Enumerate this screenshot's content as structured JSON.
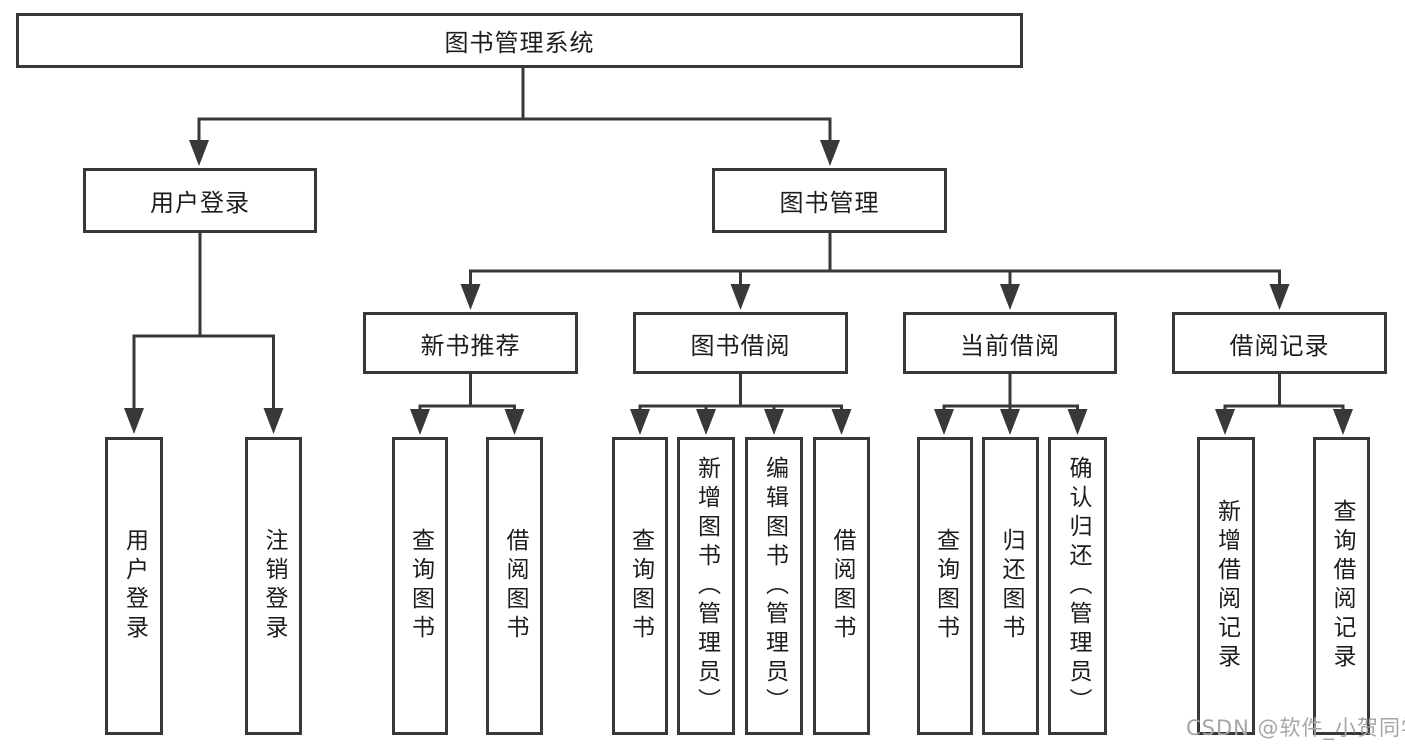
{
  "colors": {
    "line": "#383838",
    "text": "#1d1d1d",
    "watermark": "#a6a6a6",
    "background": "#ffffff"
  },
  "watermark": {
    "text": "CSDN @软件_小贺同学"
  },
  "tree": {
    "label": "图书管理系统",
    "children": [
      {
        "label": "用户登录",
        "children": [
          {
            "label": "用户登录"
          },
          {
            "label": "注销登录"
          }
        ]
      },
      {
        "label": "图书管理",
        "children": [
          {
            "label": "新书推荐",
            "children": [
              {
                "label": "查询图书"
              },
              {
                "label": "借阅图书"
              }
            ]
          },
          {
            "label": "图书借阅",
            "children": [
              {
                "label": "查询图书"
              },
              {
                "label": "新增图书（管理员）"
              },
              {
                "label": "编辑图书（管理员）"
              },
              {
                "label": "借阅图书"
              }
            ]
          },
          {
            "label": "当前借阅",
            "children": [
              {
                "label": "查询图书"
              },
              {
                "label": "归还图书"
              },
              {
                "label": "确认归还（管理员）"
              }
            ]
          },
          {
            "label": "借阅记录",
            "children": [
              {
                "label": "新增借阅记录"
              },
              {
                "label": "查询借阅记录"
              }
            ]
          }
        ]
      }
    ]
  }
}
